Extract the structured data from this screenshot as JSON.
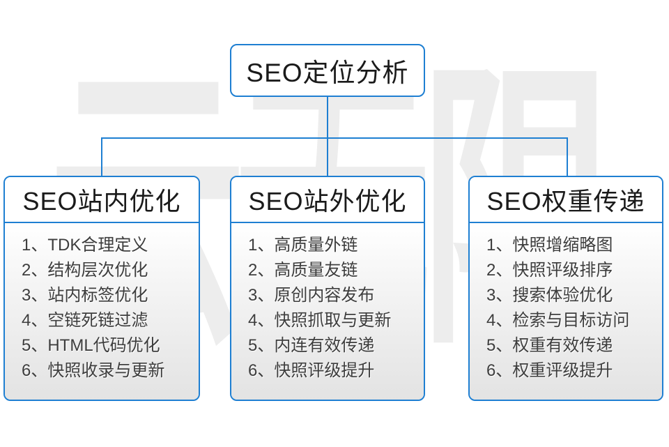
{
  "watermark": {
    "text": "云无限",
    "color": "#ededed"
  },
  "colors": {
    "accent": "#1e7fd2",
    "header_text": "#1a1a1a",
    "item_text": "#3d3d3d",
    "list_gradient_top": "#ffffff",
    "list_gradient_bottom": "#dedede"
  },
  "root": {
    "title": "SEO定位分析"
  },
  "columns": [
    {
      "title": "SEO站内优化",
      "items": [
        "1、TDK合理定义",
        "2、结构层次优化",
        "3、站内标签优化",
        "4、空链死链过滤",
        "5、HTML代码优化",
        "6、快照收录与更新"
      ]
    },
    {
      "title": "SEO站外优化",
      "items": [
        "1、高质量外链",
        "2、高质量友链",
        "3、原创内容发布",
        "4、快照抓取与更新",
        "5、内连有效传递",
        "6、快照评级提升"
      ]
    },
    {
      "title": "SEO权重传递",
      "items": [
        "1、快照增缩略图",
        "2、快照评级排序",
        "3、搜索体验优化",
        "4、检索与目标访问",
        "5、权重有效传递",
        "6、权重评级提升"
      ]
    }
  ]
}
